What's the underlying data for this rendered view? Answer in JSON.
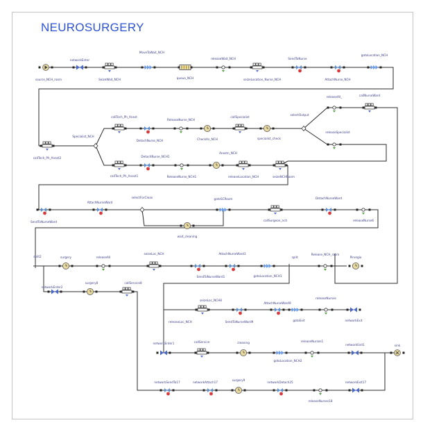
{
  "title": "NEUROSURGERY",
  "colors": {
    "line": "#2a2a2a",
    "title": "#2b52d6",
    "label": "#3a3a8a",
    "delay": "#e8d9a0",
    "nurse_blue": "#5a8fd6",
    "nurse_red": "#d63a3a"
  },
  "labels": {
    "source": "source_NCH_room",
    "networkEnter": "networkEnter",
    "seizeWait": "SeizeWait_NCH",
    "moveToWait": "MoveToWait_NCH",
    "queue": "queue_NCH",
    "releaseWait": "releaseWait_NCH",
    "seizeLocationNurse": "seizeLocation_Nurse_NCH",
    "sendToNurse": "SendToNurse",
    "attachNurse": "AttachNurse_NCH",
    "gotoLocation": "gotoLocation_NCH",
    "callTechPhAnest2": "callTech_Ph_Anest2",
    "specialistNCH": "Specialist_NCH",
    "callTechPhAnest": "callTech_Ph_Anest",
    "detachNurse": "DetachNurse_NCH",
    "releaseNurse": "ReleaseNurse_NCH",
    "checkAn": "CheckAn_NCH",
    "callSpecialist": "callSpecialist",
    "specialistCheck": "specialist_check",
    "selectOutput": "selectOutput",
    "releaseAll1": "releaseAll_",
    "callNurseWard": "callNurseWard",
    "releaseSpecialist": "releaseSpecialist",
    "callTechPhAnest1": "callTech_Ph_Anest1",
    "detachNurse1": "DetachNurse_NCH1",
    "releaseNurse1": "ReleaseNurse_NCH1",
    "anestNCH": "Anestn_NCH",
    "releaseLocation": "releaseLocation_NCH",
    "seizeNCHRoom": "seizeNCHRoom",
    "sendToNurseWard": "SendToNurseWard",
    "attachNurseWard": "AttachNurseWard",
    "selectForClean": "selectForClean",
    "waitCleaning": "wait_cleaning",
    "gotoSCRoom": "gotoSCRoom",
    "callSurgeon": "callSurgeon_nch",
    "detachNurseWard": "DetachNurseWard",
    "releaseNurse6": "releaseNurse6",
    "split2": "split2",
    "surgery": "surgery",
    "releaseAll": "releaseAll",
    "seizeLoc": "seizeLoc_NCH",
    "attachNurseWard1": "AttachNurseWard1",
    "sendToNurseWard1": "SendToNurseWard1",
    "gotoLocation1": "gotoLocation_NCH1",
    "split": "split",
    "releaseNCHRoom": "Release_NCH_room",
    "pirvegio": "Pirvegio",
    "networkEnter2": "networkEnter2",
    "surgery8": "surgery8",
    "callService8": "callService8",
    "seizeLoc8": "seizeLoc_NCH8",
    "attachNurseWard9": "AttachNurseWard9",
    "releaseNurses": "releaseNurses",
    "releaseLoc": "releaseLoc_NCH",
    "sendToNurseWard9": "SendToNurseWard9",
    "gotoExit": "gotoExit",
    "networkExit": "networkExit",
    "networkEnter1": "networkEnter1",
    "callService": "callService",
    "cleaning": "cleaning",
    "releaseNurses1": "releaseNurses1",
    "networkExit1": "networkExit1",
    "sink": "sink",
    "gotoLocation2": "gotoLocation_NCH2",
    "networkSendTo17": "networkSendTo17",
    "networkAttach17": "networkAttach17",
    "surgery9": "surgery9",
    "networkDetach25": "networkDetach25",
    "networkExit17": "networkExit17",
    "releaseNurses18": "releaseNurses18"
  }
}
